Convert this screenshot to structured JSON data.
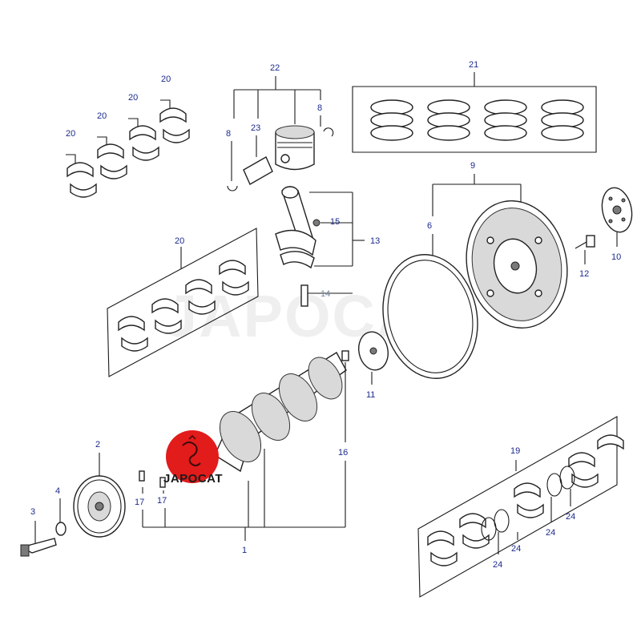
{
  "callouts": {
    "c1": "1",
    "c2": "2",
    "c3": "3",
    "c4": "4",
    "c6": "6",
    "c8a": "8",
    "c8b": "8",
    "c9": "9",
    "c10": "10",
    "c11": "11",
    "c12": "12",
    "c13": "13",
    "c14": "14",
    "c15": "15",
    "c16": "16",
    "c17a": "17",
    "c17b": "17",
    "c19": "19",
    "c20a": "20",
    "c20b": "20",
    "c20c": "20",
    "c20d": "20",
    "c20e": "20",
    "c21": "21",
    "c22": "22",
    "c23": "23",
    "c24a": "24",
    "c24b": "24",
    "c24c": "24",
    "c24d": "24"
  },
  "watermark": "JAPOCAT",
  "logo": {
    "text": "JAPOCAT",
    "badge_color": "#e21b1b"
  },
  "colors": {
    "callout": "#1c2a8c",
    "callout_dim": "#7a8aa6",
    "line": "#1a1a1a"
  }
}
